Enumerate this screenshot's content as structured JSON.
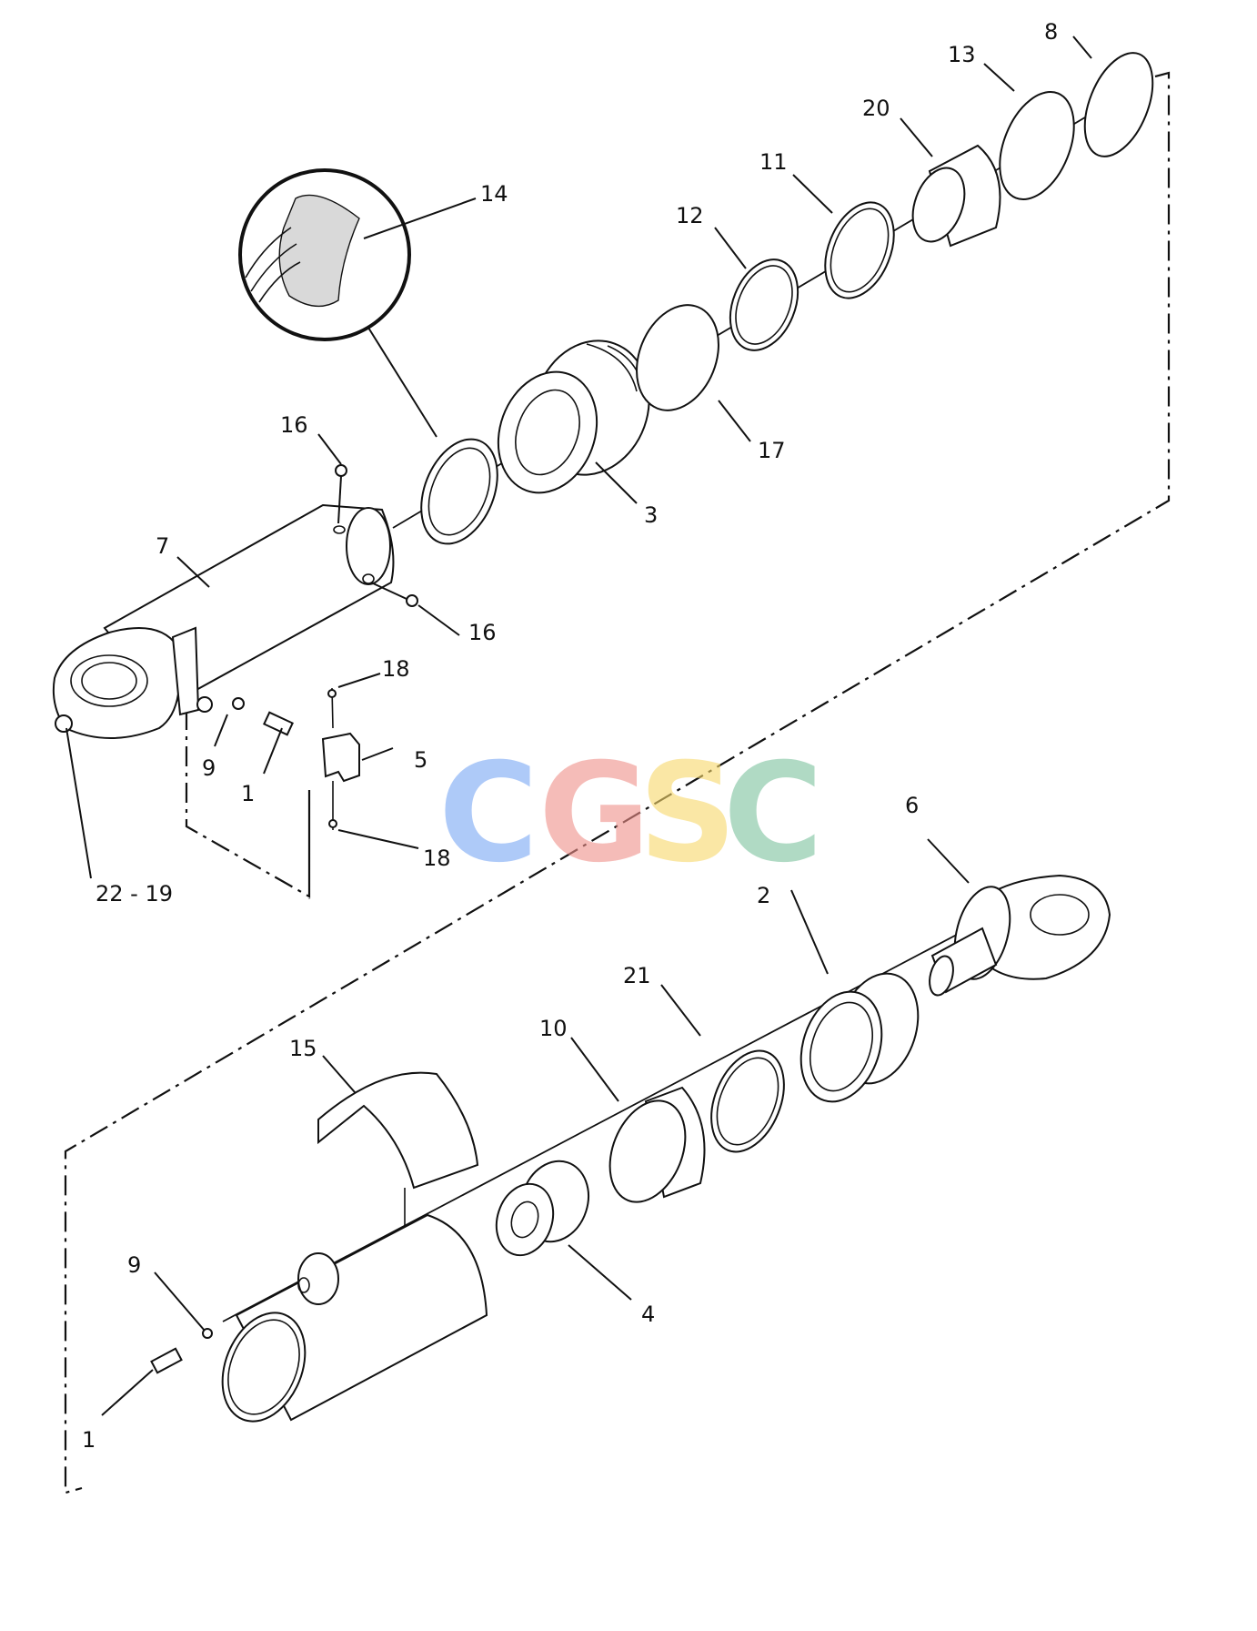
{
  "diagram": {
    "callouts": [
      {
        "id": "c14a",
        "text": "14"
      },
      {
        "id": "c8",
        "text": "8"
      },
      {
        "id": "c13",
        "text": "13"
      },
      {
        "id": "c20",
        "text": "20"
      },
      {
        "id": "c11",
        "text": "11"
      },
      {
        "id": "c12",
        "text": "12"
      },
      {
        "id": "c17",
        "text": "17"
      },
      {
        "id": "c3",
        "text": "3"
      },
      {
        "id": "c16a",
        "text": "16"
      },
      {
        "id": "c16b",
        "text": "16"
      },
      {
        "id": "c7",
        "text": "7"
      },
      {
        "id": "c18a",
        "text": "18"
      },
      {
        "id": "c18b",
        "text": "18"
      },
      {
        "id": "c5",
        "text": "5"
      },
      {
        "id": "c9a",
        "text": "9"
      },
      {
        "id": "c1a",
        "text": "1"
      },
      {
        "id": "c2219",
        "text": "22 - 19"
      },
      {
        "id": "c6",
        "text": "6"
      },
      {
        "id": "c2",
        "text": "2"
      },
      {
        "id": "c21",
        "text": "21"
      },
      {
        "id": "c10",
        "text": "10"
      },
      {
        "id": "c15",
        "text": "15"
      },
      {
        "id": "c9b",
        "text": "9"
      },
      {
        "id": "c4",
        "text": "4"
      },
      {
        "id": "c1b",
        "text": "1"
      }
    ],
    "watermark": {
      "letters": [
        {
          "char": "C",
          "color": "#7aa7f5"
        },
        {
          "char": "G",
          "color": "#f0908a"
        },
        {
          "char": "S",
          "color": "#f7d86a"
        },
        {
          "char": "C",
          "color": "#7cc39e"
        }
      ]
    }
  }
}
